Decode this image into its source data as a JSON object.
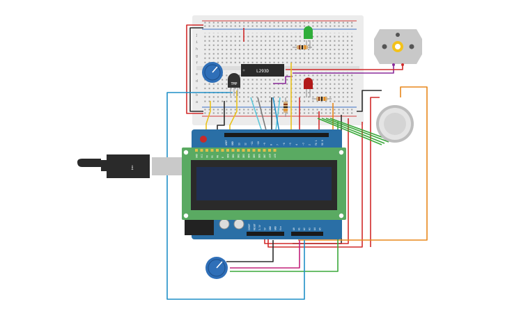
{
  "canvas": {
    "background": "#ffffff"
  },
  "breadboard": {
    "body_color": "#ececec",
    "rail_red": "#d23a3a",
    "rail_blue": "#3a6fc4",
    "row_letters_left": [
      "j",
      "i",
      "h",
      "g",
      "f"
    ],
    "row_letters_right": [
      "e",
      "d",
      "c",
      "b",
      "a"
    ]
  },
  "components": {
    "driver_chip": {
      "label": "L293D",
      "color": "#2a2a2a"
    },
    "temp_sensor": {
      "label": "TMP",
      "color": "#333333"
    },
    "led_green": {
      "color": "#2fae3a"
    },
    "led_red": {
      "color": "#b21a1a"
    },
    "potentiometer": {
      "knob_color": "#2f6fb8"
    },
    "dc_motor": {
      "body_color": "#c8c8c8",
      "hub_color": "#f3c21a"
    },
    "gas_sensor": {
      "body_color": "#e4e4e4"
    },
    "usb_cable": {
      "color": "#2a2a2a"
    }
  },
  "lcd": {
    "board_color": "#5aaa62",
    "screen_color": "#1f2f52",
    "pins": [
      "GND",
      "VCC",
      "V0",
      "RS",
      "RW",
      "E",
      "DB0",
      "DB1",
      "DB2",
      "DB3",
      "DB4",
      "DB5",
      "DB6",
      "DB7",
      "LED",
      "LED"
    ]
  },
  "arduino": {
    "board_color": "#2a6fa6",
    "top_header": [
      "AREF",
      "GND",
      "13",
      "12",
      "~11",
      "~10",
      "~9",
      "8",
      "7",
      "~6",
      "~5",
      "4",
      "~3",
      "2",
      "TX 1",
      "RX 0"
    ],
    "power_header": [
      "IOREF",
      "RESET",
      "3.3V",
      "5V",
      "GND",
      "GND",
      "Vin"
    ],
    "analog_header": [
      "A0",
      "A1",
      "A2",
      "A3",
      "A4",
      "A5"
    ]
  },
  "wire_colors": {
    "red": "#d12a2a",
    "black": "#2b2b2b",
    "blue": "#1f8fc7",
    "green": "#3aa83a",
    "orange": "#e8871a",
    "purple": "#8a2a9a",
    "yellow": "#e9c21a",
    "magenta": "#c2207a",
    "gray": "#7a7a7a",
    "cyan": "#5ec7d9"
  }
}
